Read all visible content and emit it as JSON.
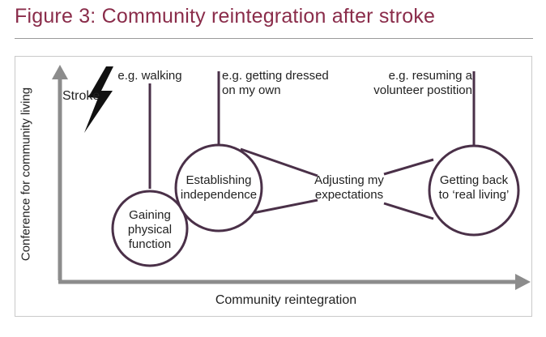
{
  "figure": {
    "title": "Figure 3: Community reintegration after stroke"
  },
  "axes": {
    "y_label": "Conference for community living",
    "x_label": "Community reintegration"
  },
  "stroke_label": "Stroke",
  "stages": [
    {
      "line1": "Gaining",
      "line2": "physical",
      "line3": "function"
    },
    {
      "line1": "Establishing",
      "line2": "independence"
    },
    {
      "line1": "Adjusting my",
      "line2": "expectations"
    },
    {
      "line1": "Getting back",
      "line2": "to ‘real living’"
    }
  ],
  "examples": [
    {
      "line1": "e.g. walking"
    },
    {
      "line1": "e.g. getting dressed",
      "line2": "on my own"
    },
    {
      "line1": "e.g. resuming a",
      "line2": "volunteer postition"
    }
  ],
  "colors": {
    "title": "#8a2c4a",
    "circle_stroke": "#4a3048",
    "axis": "#8c8c8c",
    "lightning": "#111111"
  },
  "icons": {
    "stroke_symbol": "lightning-bolt-icon"
  }
}
